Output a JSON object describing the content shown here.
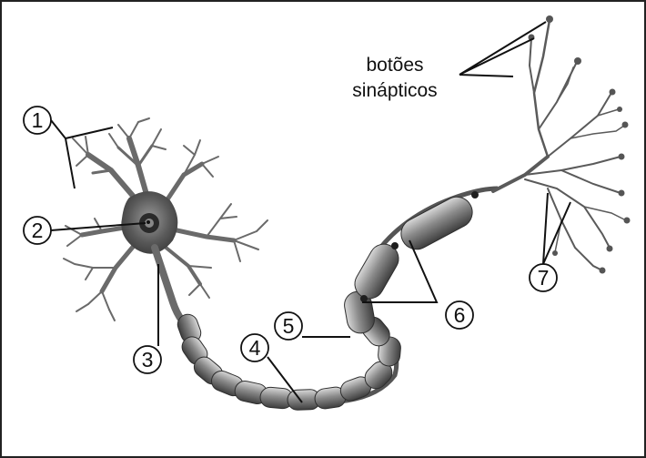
{
  "diagram": {
    "labels": {
      "terminals_line1": "botões",
      "terminals_line2": "sinápticos",
      "n1": "1",
      "n2": "2",
      "n3": "3",
      "n4": "4",
      "n5": "5",
      "n6": "6",
      "n7": "7"
    },
    "colors": {
      "line": "#111111",
      "cell": "#6a6a6a",
      "sheath": "#9a9a9a",
      "background": "#ffffff"
    }
  }
}
